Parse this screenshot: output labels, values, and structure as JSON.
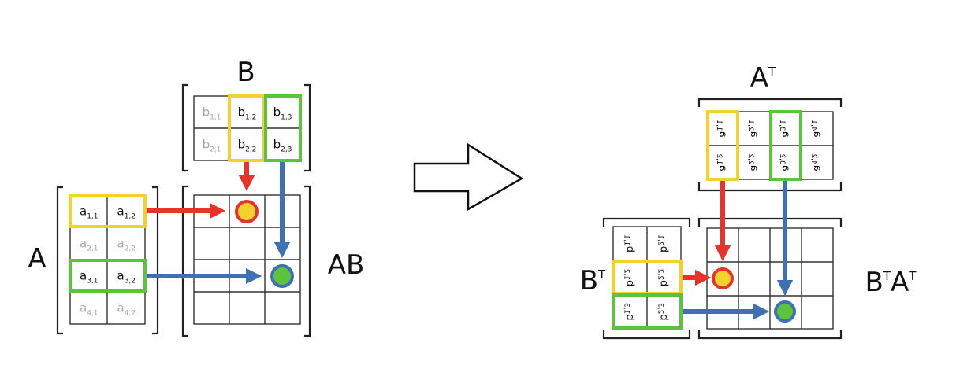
{
  "left": {
    "matrix_B": {
      "label": "B",
      "cells": [
        [
          {
            "b": "b",
            "s": "1,1",
            "hl": false
          },
          {
            "b": "b",
            "s": "1,2",
            "hl": true
          },
          {
            "b": "b",
            "s": "1,3",
            "hl": true
          }
        ],
        [
          {
            "b": "b",
            "s": "2,1",
            "hl": false
          },
          {
            "b": "b",
            "s": "2,2",
            "hl": true
          },
          {
            "b": "b",
            "s": "2,3",
            "hl": true
          }
        ]
      ]
    },
    "matrix_A": {
      "label": "A",
      "cells": [
        [
          {
            "b": "a",
            "s": "1,1",
            "hl": true
          },
          {
            "b": "a",
            "s": "1,2",
            "hl": true
          }
        ],
        [
          {
            "b": "a",
            "s": "2,1",
            "hl": false
          },
          {
            "b": "a",
            "s": "2,2",
            "hl": false
          }
        ],
        [
          {
            "b": "a",
            "s": "3,1",
            "hl": true
          },
          {
            "b": "a",
            "s": "3,2",
            "hl": true
          }
        ],
        [
          {
            "b": "a",
            "s": "4,1",
            "hl": false
          },
          {
            "b": "a",
            "s": "4,2",
            "hl": false
          }
        ]
      ]
    },
    "result": {
      "label": "AB"
    }
  },
  "right": {
    "matrix_At": {
      "label_base": "A",
      "label_sup": "T",
      "cells": [
        [
          {
            "t": "a",
            "s": "1,1",
            "hl": true
          },
          {
            "t": "a",
            "s": "2,1",
            "hl": false
          },
          {
            "t": "a",
            "s": "3,1",
            "hl": true
          },
          {
            "t": "a",
            "s": "4,1",
            "hl": false
          }
        ],
        [
          {
            "t": "a",
            "s": "1,2",
            "hl": true
          },
          {
            "t": "a",
            "s": "2,2",
            "hl": false
          },
          {
            "t": "a",
            "s": "3,2",
            "hl": true
          },
          {
            "t": "a",
            "s": "4,2",
            "hl": false
          }
        ]
      ]
    },
    "matrix_Bt": {
      "label_base": "B",
      "label_sup": "T",
      "cells": [
        [
          {
            "t": "b",
            "s": "1,1",
            "hl": false
          },
          {
            "t": "b",
            "s": "2,1",
            "hl": false
          }
        ],
        [
          {
            "t": "b",
            "s": "1,2",
            "hl": true
          },
          {
            "t": "b",
            "s": "2,2",
            "hl": true
          }
        ],
        [
          {
            "t": "b",
            "s": "1,3",
            "hl": true
          },
          {
            "t": "b",
            "s": "2,3",
            "hl": true
          }
        ]
      ]
    },
    "result": {
      "label_b": "B",
      "label_b_sup": "T",
      "label_a": "A",
      "label_a_sup": "T"
    }
  },
  "colors": {
    "yellow": "#f2d22e",
    "green": "#5cc43c",
    "red": "#e8322a",
    "blue": "#3f6fb5",
    "dim_text": "#a8a8a8"
  }
}
